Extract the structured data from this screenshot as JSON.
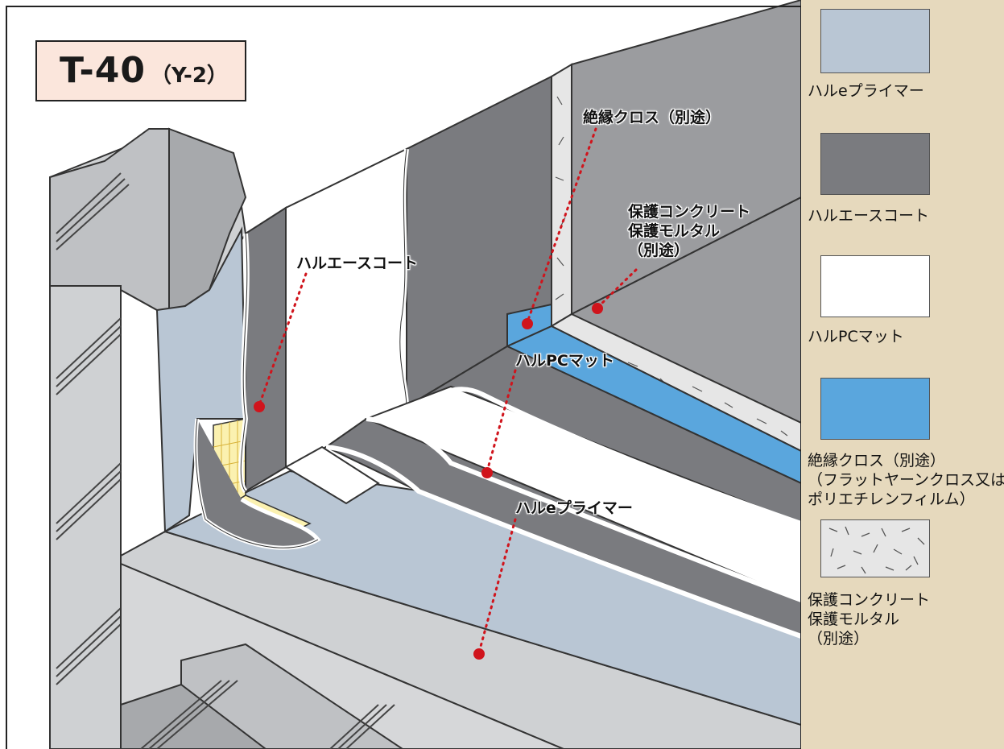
{
  "title": {
    "main": "T-40",
    "sub": "（Y-2）"
  },
  "callouts": {
    "insulation_cloth": "絶縁クロス（別途）",
    "protection": "保護コンクリート\n保護モルタル\n（別途）",
    "hal_ace_coat": "ハルエースコート",
    "hal_pc_mat": "ハルPCマット",
    "hal_e_primer": "ハルeプライマー"
  },
  "legend": [
    {
      "label": "ハルeプライマー",
      "color": "#b9c6d4",
      "pattern": "solid"
    },
    {
      "label": "ハルエースコート",
      "color": "#7a7b7f",
      "pattern": "solid"
    },
    {
      "label": "ハルPCマット",
      "color": "#ffffff",
      "pattern": "solid"
    },
    {
      "label": "絶縁クロス（別途）\n（フラットヤーンクロス又は\nポリエチレンフィルム）",
      "color": "#5aa6dd",
      "pattern": "solid"
    },
    {
      "label": "保護コンクリート\n保護モルタル\n（別途）",
      "color": "#e6e6e6",
      "pattern": "speckle"
    }
  ],
  "colors": {
    "background": "#e6d9bd",
    "concrete_light": "#cfd1d3",
    "concrete_mid": "#b8babd",
    "wall_dark": "#9b9c9f",
    "coat": "#7a7b7f",
    "primer": "#b9c6d4",
    "mat": "#ffffff",
    "cloth": "#5aa6dd",
    "mesh": "#fbf1b0",
    "leader_dot": "#d0141c"
  }
}
